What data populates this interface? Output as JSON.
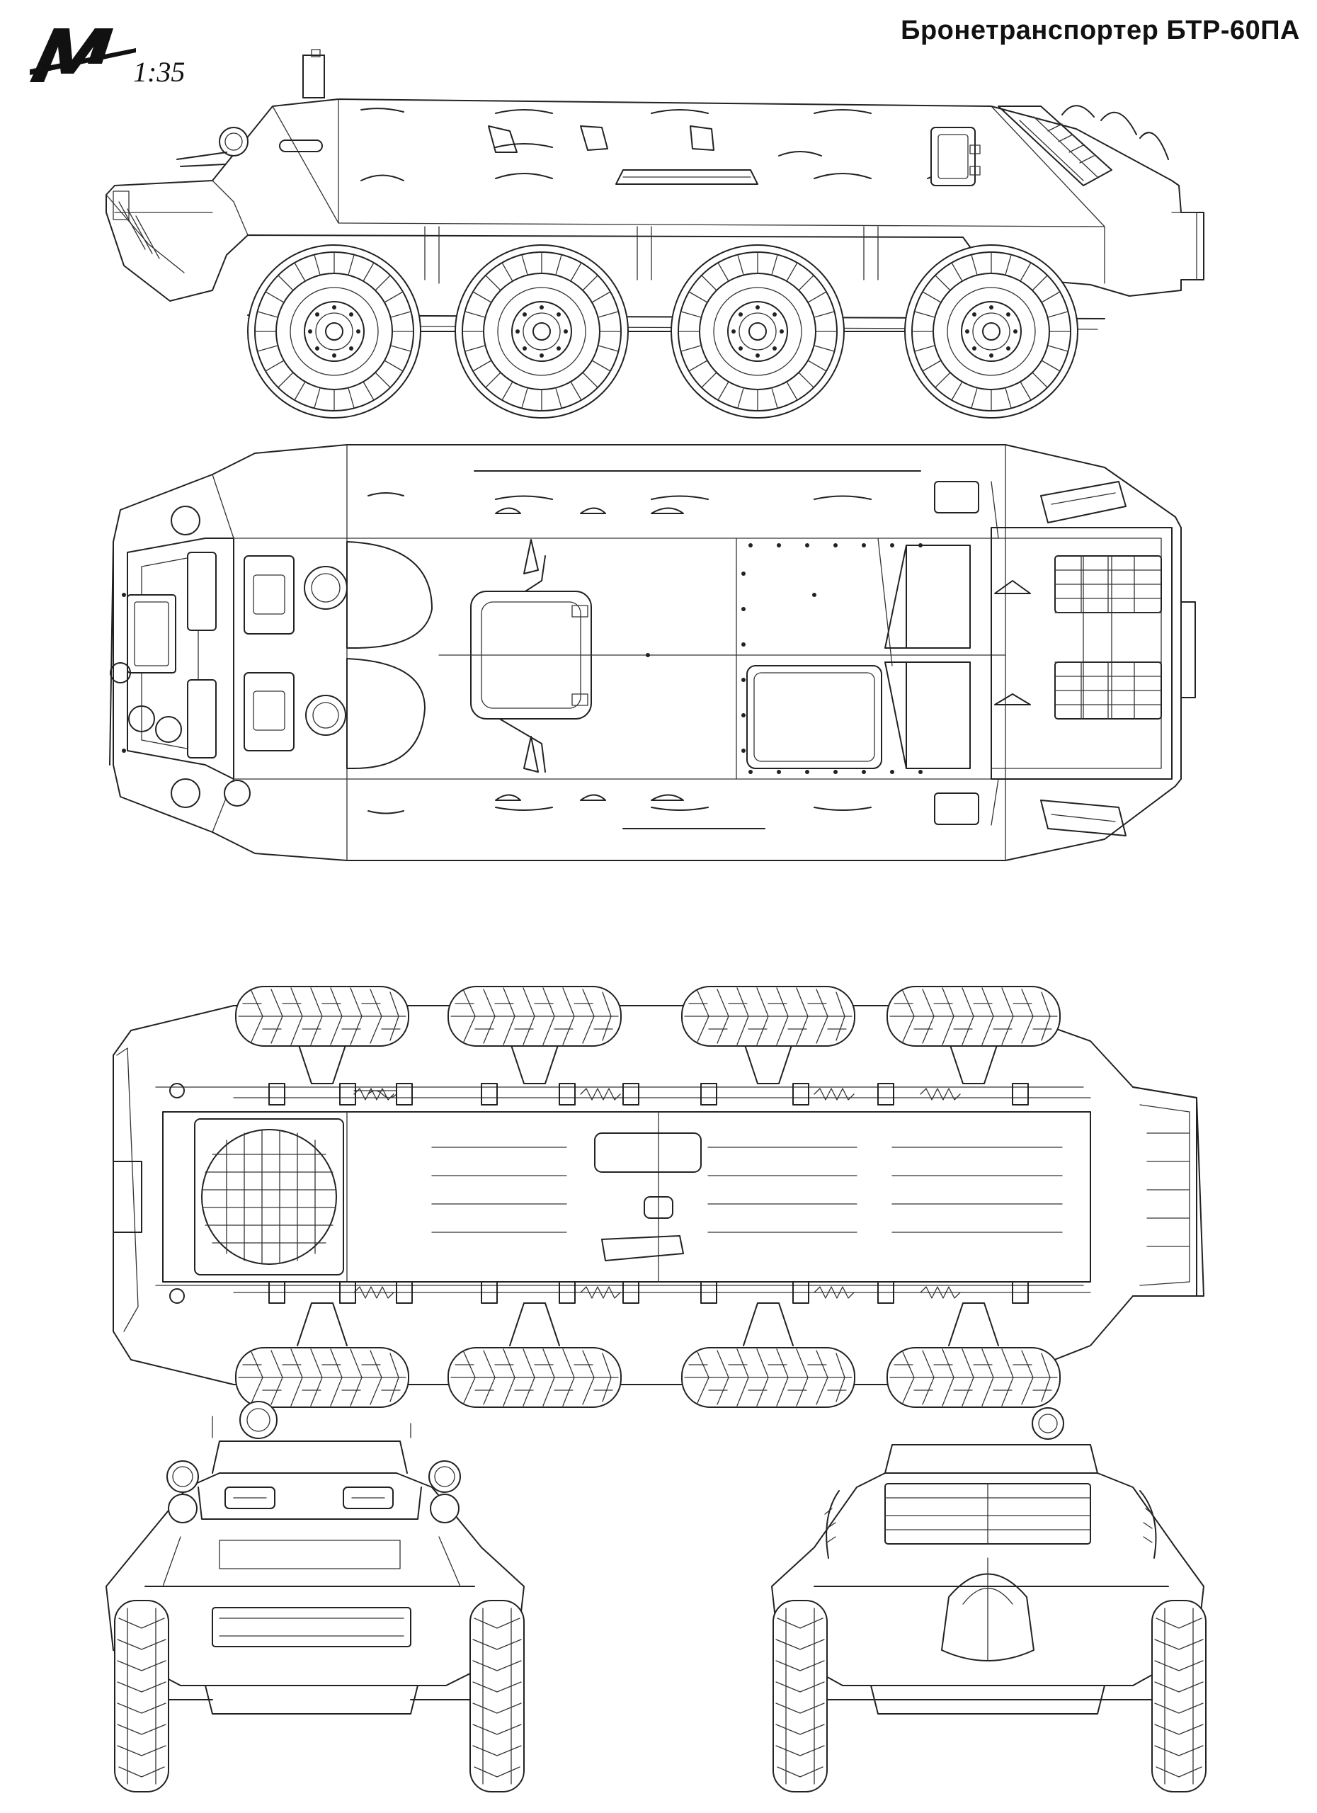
{
  "header": {
    "title": "Бронетранспортер БТР-60ПА",
    "scale": "1:35",
    "logo_letter": "M"
  },
  "colors": {
    "ink": "#222222",
    "paper": "#ffffff"
  },
  "views": [
    {
      "name": "side-view"
    },
    {
      "name": "top-view"
    },
    {
      "name": "bottom-view"
    },
    {
      "name": "front-view"
    },
    {
      "name": "rear-view"
    }
  ]
}
